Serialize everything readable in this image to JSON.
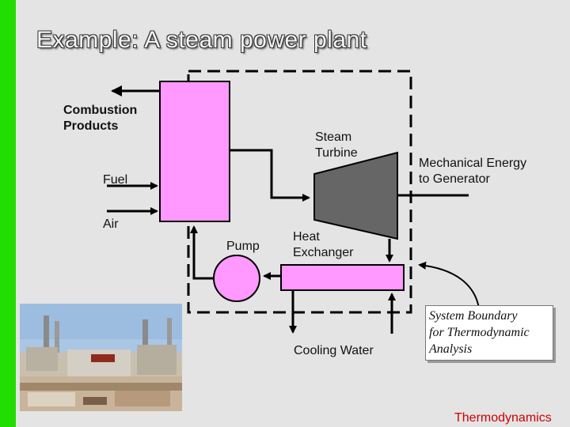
{
  "title": "Example:  A steam power plant",
  "labels": {
    "combustion_products_1": "Combustion",
    "combustion_products_2": "Products",
    "fuel": "Fuel",
    "air": "Air",
    "steam_turbine_1": "Steam",
    "steam_turbine_2": "Turbine",
    "mechanical_energy_1": "Mechanical Energy",
    "mechanical_energy_2": "to Generator",
    "pump": "Pump",
    "heat_exchanger_1": "Heat",
    "heat_exchanger_2": "Exchanger",
    "cooling_water": "Cooling Water"
  },
  "system_boundary_note": {
    "line1": "System Boundary",
    "line2": "for Thermodynamic",
    "line3": "Analysis"
  },
  "footer": "Thermodynamics",
  "colors": {
    "accent_bar": "#22dd00",
    "component_fill": "#ff99ff",
    "turbine_fill": "#666666",
    "footer_text": "#cc0000"
  }
}
